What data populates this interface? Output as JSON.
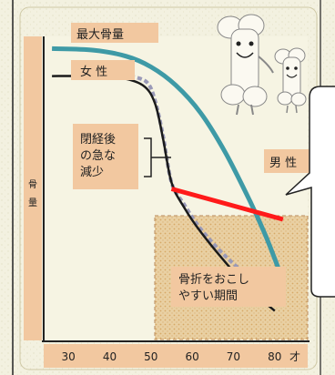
{
  "chart_data": {
    "type": "line",
    "title": "",
    "xlabel": "",
    "ylabel": "骨量",
    "x_ticks": [
      "30",
      "40",
      "50",
      "60",
      "70",
      "80"
    ],
    "x_unit": "才",
    "xlim": [
      24,
      88
    ],
    "ylim": [
      0,
      100
    ],
    "series": [
      {
        "name": "最大骨量",
        "color": "#3e9aa6",
        "x": [
          26,
          36,
          44,
          50,
          56,
          62,
          68,
          74,
          78,
          82
        ],
        "y": [
          96,
          95.5,
          93.5,
          90,
          84,
          75,
          62,
          46,
          34,
          20
        ]
      },
      {
        "name": "女 性",
        "color": "#1a1a1a",
        "x": [
          26,
          34,
          42,
          48,
          51,
          53,
          55,
          58,
          62,
          68,
          74,
          80
        ],
        "y": [
          87,
          87,
          86.5,
          84,
          78,
          66,
          52,
          44,
          36,
          26,
          17,
          10
        ]
      },
      {
        "name": "男 性",
        "color": "#ff1a1a",
        "x": [
          55,
          82
        ],
        "y": [
          50,
          40
        ]
      }
    ],
    "dashed_series": {
      "x": [
        45,
        49,
        51,
        53,
        55,
        58,
        62,
        68,
        74,
        80
      ],
      "y": [
        87,
        85,
        79,
        67,
        52,
        45,
        37,
        28,
        21,
        16
      ]
    },
    "annotations": {
      "menopause": "閉経後\nの急な\n減少",
      "fracture_period": "骨折をおこし\nやすい期間"
    }
  }
}
